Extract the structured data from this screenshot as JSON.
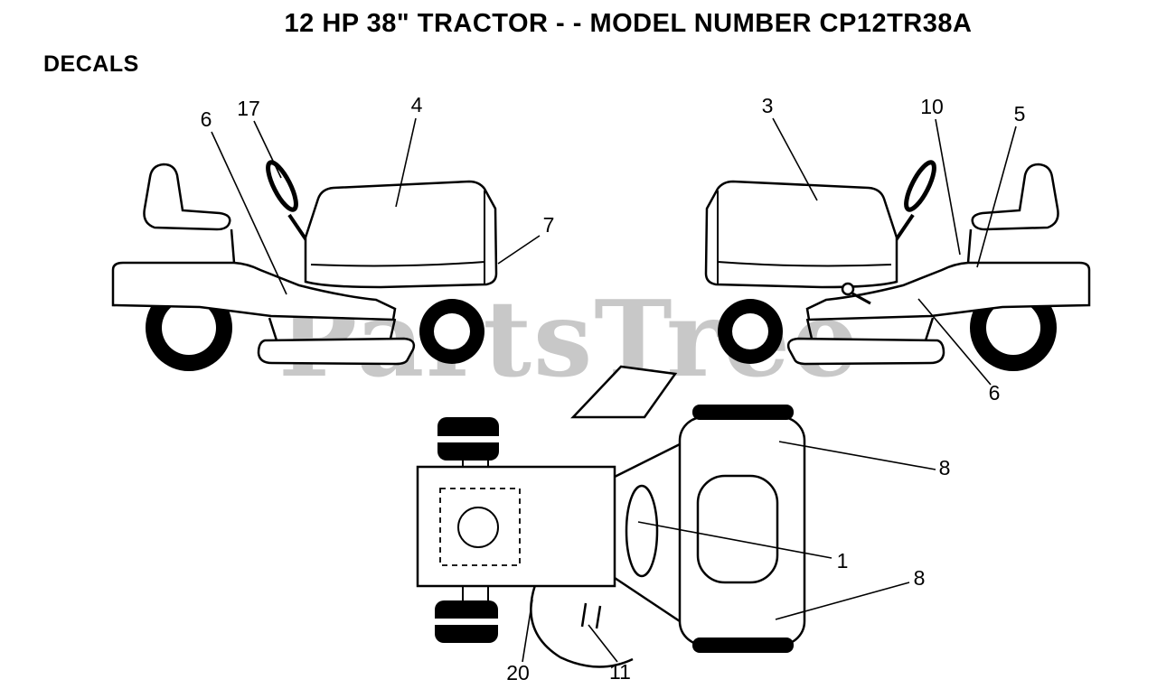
{
  "page": {
    "title": "12 HP 38\" TRACTOR - - MODEL NUMBER CP12TR38A",
    "section_label": "DECALS",
    "watermark": "PartsTree",
    "background_color": "#ffffff",
    "line_color": "#000000",
    "watermark_color": "#c8c8c8"
  },
  "diagram": {
    "callouts": [
      "6",
      "17",
      "4",
      "7",
      "3",
      "10",
      "5",
      "6",
      "8",
      "1",
      "8",
      "20",
      "11"
    ]
  }
}
